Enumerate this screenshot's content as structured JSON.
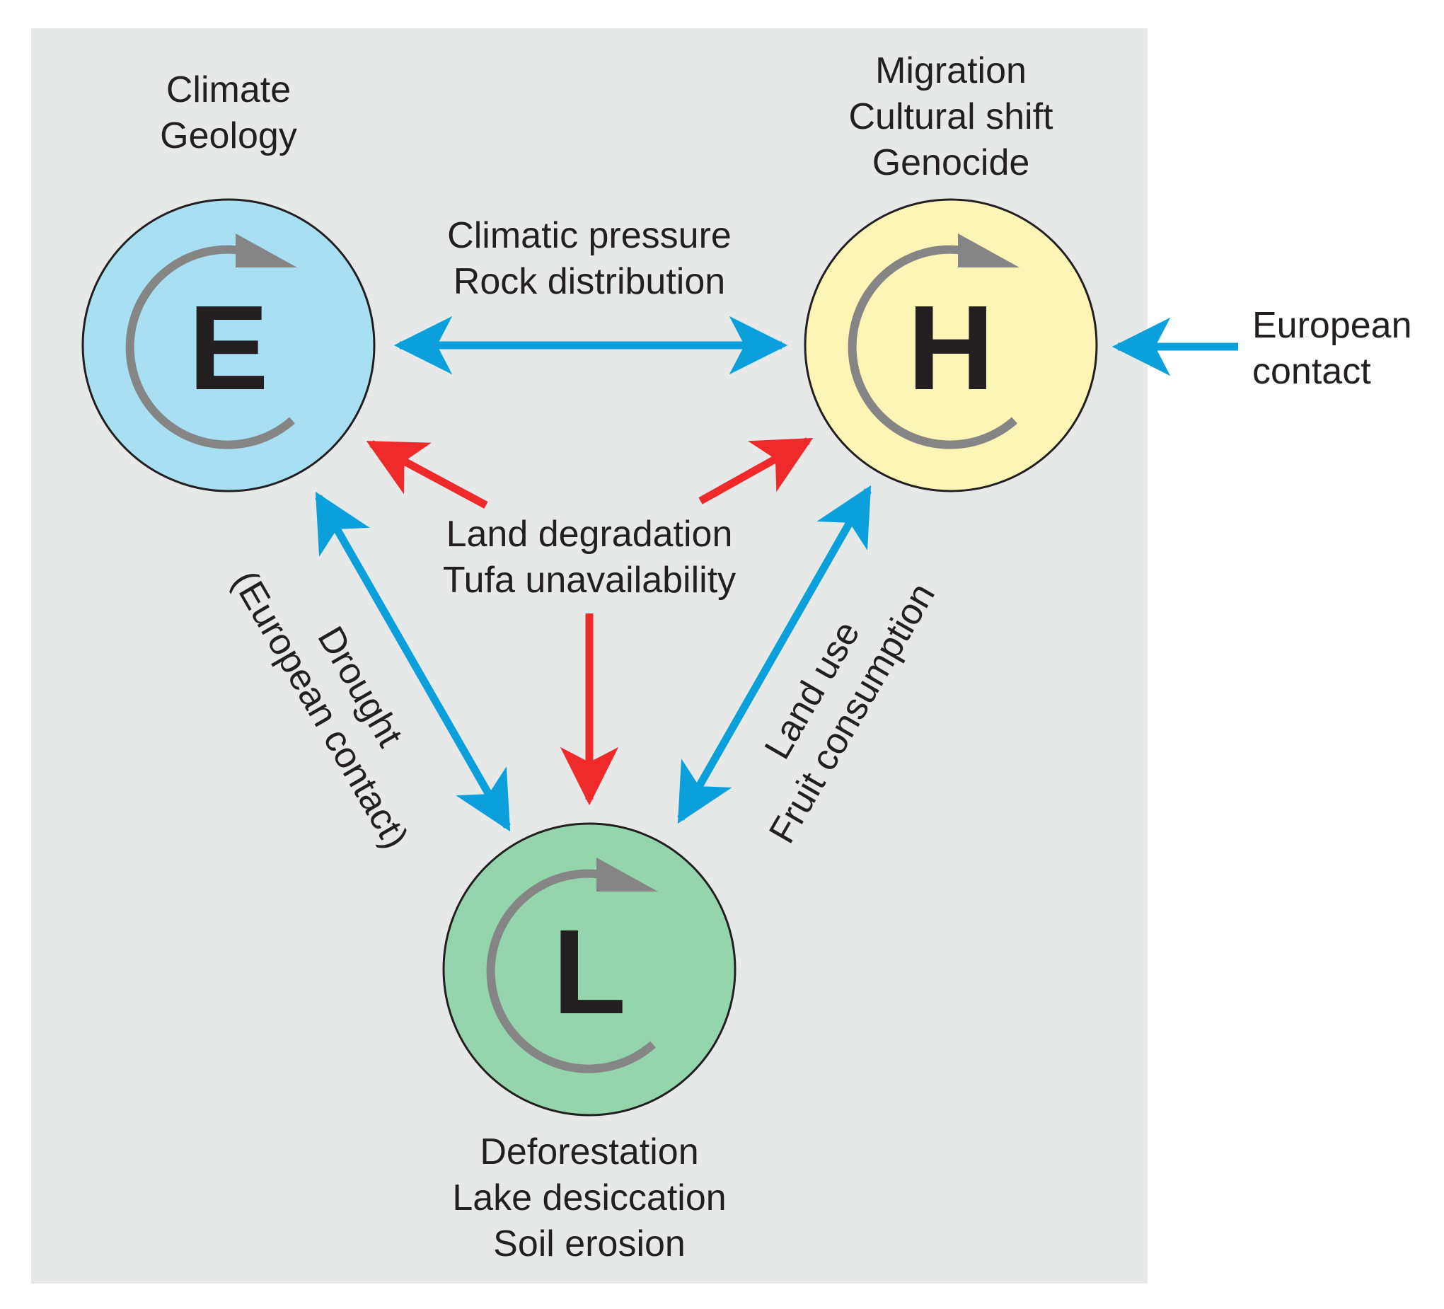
{
  "colors": {
    "panel": "#e7e9e9",
    "node_E": "#a8dff3",
    "node_H": "#fcf5b5",
    "node_L": "#95d5ae",
    "blue_arrow": "#0b9fdb",
    "red_arrow": "#ee2a2a",
    "cycle_arrow": "#858585",
    "outline": "#231f20"
  },
  "nodes": {
    "E": {
      "letter": "E",
      "labels": [
        "Climate",
        "Geology"
      ]
    },
    "H": {
      "letter": "H",
      "labels": [
        "Migration",
        "Cultural shift",
        "Genocide"
      ]
    },
    "L": {
      "letter": "L",
      "labels": [
        "Deforestation",
        "Lake desiccation",
        "Soil erosion"
      ]
    }
  },
  "edges": {
    "E_H": [
      "Climatic pressure",
      "Rock distribution"
    ],
    "center": [
      "Land degradation",
      "Tufa unavailability"
    ],
    "E_L": [
      "Drought",
      "(European contact)"
    ],
    "H_L": [
      "Land use",
      "Fruit consumption"
    ],
    "external_H": [
      "European",
      "contact"
    ]
  }
}
